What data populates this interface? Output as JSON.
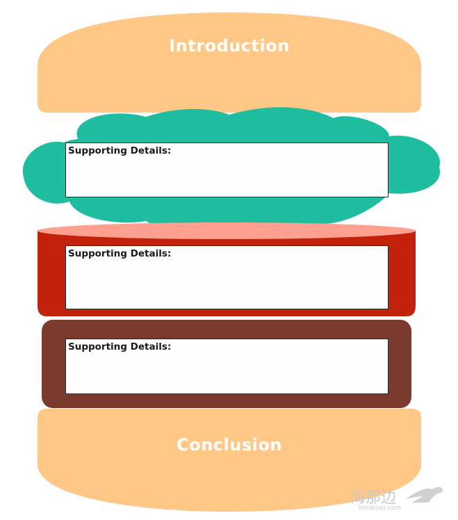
{
  "diagram": {
    "introduction": "Introduction",
    "conclusion": "Conclusion",
    "details": [
      {
        "label": "Supporting Details:"
      },
      {
        "label": "Supporting Details:"
      },
      {
        "label": "Supporting Details:"
      }
    ]
  },
  "watermark": {
    "main": "海那边",
    "sub": "hinabian.com"
  },
  "colors": {
    "bun": "#ffc886",
    "lettuce": "#1fbda0",
    "tomato_top": "#ff9f8f",
    "tomato": "#c3220a",
    "patty": "#7a3b2e",
    "box_fill": "#fffdfd",
    "label_text": "#ffffff"
  }
}
